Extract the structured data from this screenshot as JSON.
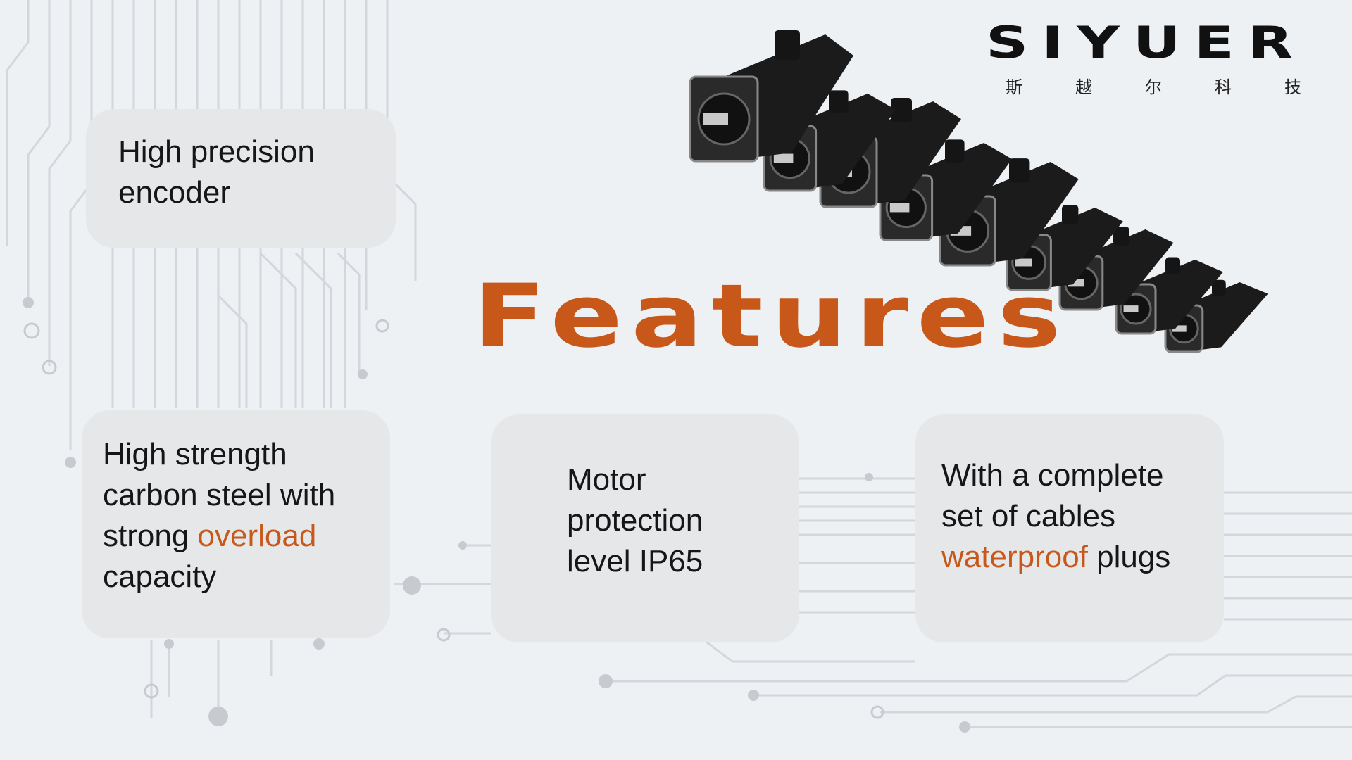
{
  "brand": {
    "name": "SIYUER",
    "subtitle_chars": [
      "斯",
      "越",
      "尔",
      "科",
      "技"
    ]
  },
  "title": "Features",
  "colors": {
    "accent": "#c8581a",
    "card": "#e6e7e9",
    "background": "#eef1f4",
    "text": "#161616"
  },
  "features": [
    {
      "lines": [
        "High precision",
        "encoder"
      ]
    },
    {
      "line1": "High strength",
      "line2": "carbon steel with",
      "line3_plain": "strong ",
      "line3_accent": "overload",
      "line4": "capacity"
    },
    {
      "lines": [
        "Motor",
        "protection",
        "level IP65"
      ]
    },
    {
      "line1": "With a complete",
      "line2": "set of cables",
      "line3_accent": "waterproof",
      "line3_plain": " plugs"
    }
  ],
  "image": {
    "subject": "servo-motors-product-photo"
  }
}
